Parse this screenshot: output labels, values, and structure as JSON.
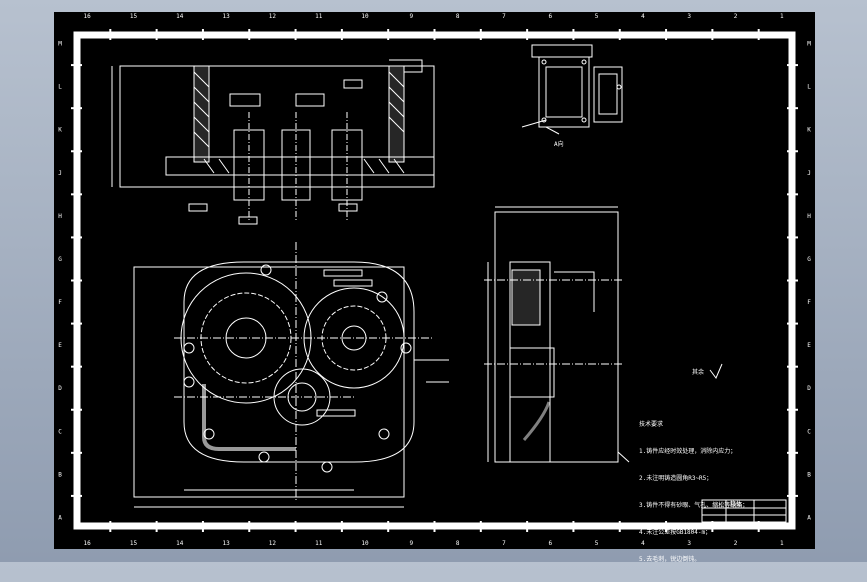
{
  "zones": {
    "columns": [
      "16",
      "15",
      "14",
      "13",
      "12",
      "11",
      "10",
      "9",
      "8",
      "7",
      "6",
      "5",
      "4",
      "3",
      "2",
      "1"
    ],
    "rows": [
      "M",
      "L",
      "K",
      "J",
      "H",
      "G",
      "F",
      "E",
      "D",
      "C",
      "B",
      "A"
    ]
  },
  "notes": {
    "heading": "技术要求",
    "lines": [
      "1.铸件应经时效处理，消除内应力；",
      "2.未注明铸造圆角R3~R5；",
      "3.铸件不得有砂眼、气孔、缩松等缺陷；",
      "4.未注公差按GB1804-m；",
      "5.去毛刺，锐边倒钝。"
    ]
  },
  "section_labels": {
    "detail_view": "A向",
    "roughness_symbol": "其余"
  },
  "title_block": {
    "label": "箱体"
  },
  "colors": {
    "background": "#000000",
    "lines": "#ffffff",
    "accent": "#ff3030",
    "border": "#ffffff"
  }
}
